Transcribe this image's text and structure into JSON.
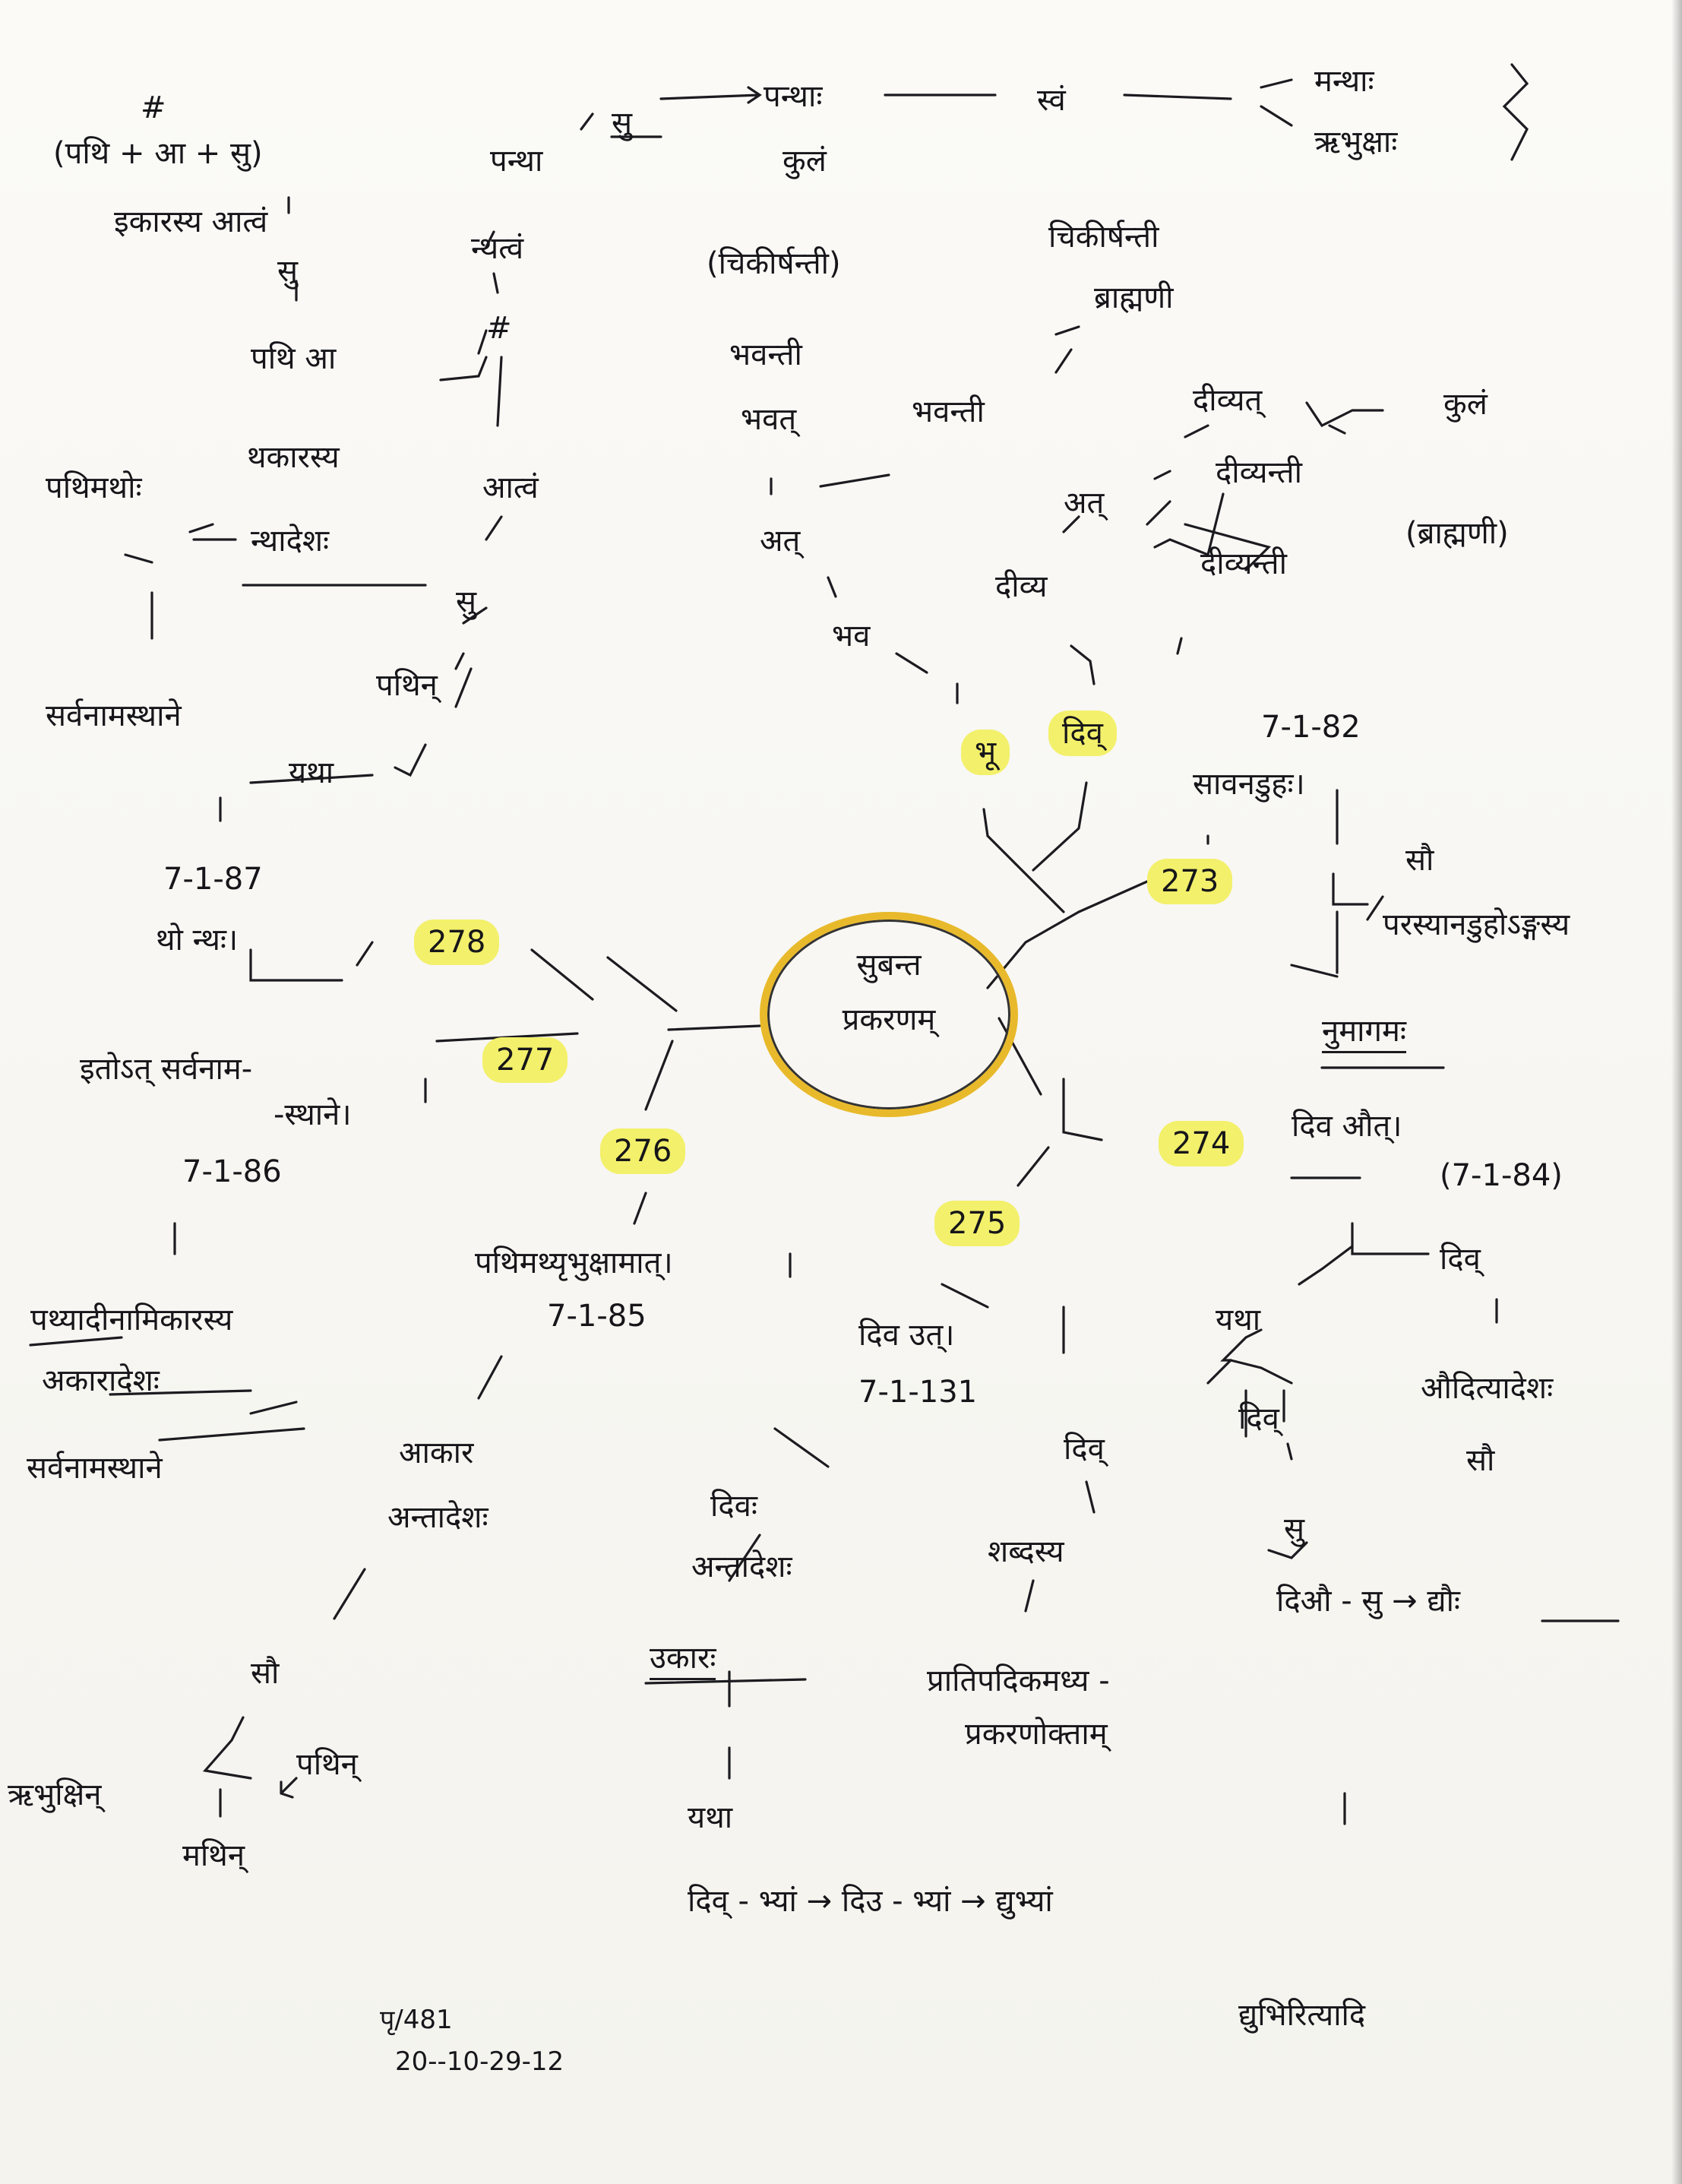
{
  "center": {
    "line1": "सुबन्त",
    "line2": "प्रकरणम्"
  },
  "topleft": {
    "hash": "#",
    "formula": "(पथि + आ + सु)",
    "l1": "इकारस्य आत्वं",
    "l2": "सु",
    "l3": "पथि आ",
    "l4": "पथिमथोः",
    "l5": "थकारस्य",
    "l6": "न्थादेशः",
    "l7": "सर्वनामस्थाने",
    "l8": "यथा"
  },
  "leftchain": {
    "c1": "पन्था",
    "c2": "न्थत्वं",
    "c3": "#",
    "c4": "आत्वं",
    "c5": "सु",
    "c6": "पथिन्"
  },
  "topchain": {
    "su": "सु",
    "panthah": "पन्थाः",
    "kulam": "कुलं",
    "svam": "स्वं",
    "branch1": "मन्थाः",
    "branch2": "ऋभुक्षाः",
    "paren": "(चिकीर्षन्ती)",
    "cikirsanti": "चिकीर्षन्ती",
    "brahmani1": "ब्राह्मणी",
    "bhavanti1": "भवन्ती",
    "bhavat": "भवत्",
    "bhavanti2": "भवन्ती",
    "at1": "अत्",
    "bhava": "भव"
  },
  "divyat": {
    "d1": "दीव्यत्",
    "kulam": "कुलं",
    "at": "अत्",
    "d2": "दीव्यन्ती",
    "divya": "दीव्य",
    "d3": "दीव्यन्ती",
    "brahmani": "(ब्राह्मणी)"
  },
  "badges": {
    "bhu": "भू",
    "div": "दिव्",
    "n273": "273",
    "n274": "274",
    "n275": "275",
    "n276": "276",
    "n277": "277",
    "n278": "278"
  },
  "right": {
    "sutra1": "7-1-82",
    "sutra1name": "सावनडुहः।",
    "sau": "सौ",
    "paras": "परस्यानडुहोऽङ्गस्य",
    "num": "नुमागमः",
    "divaut": "दिव औत्।",
    "sutra2": "(7-1-84)",
    "div2": "दिव्",
    "yatha": "यथा",
    "autadesh": "औदित्यादेशः",
    "sau2": "सौ",
    "div3": "दिव्",
    "div4": "दिव्",
    "su2": "सु",
    "divau": "दिऔ - सु → द्यौः",
    "shabdasya": "शब्दस्य",
    "pratipad": "प्रातिपदिकमध्य -",
    "prakaran": "प्रकरणोक्ताम्"
  },
  "bottom": {
    "divut": "दिव उत्।",
    "sutra3": "7-1-131",
    "divah": "दिवः",
    "antadesh": "अन्तादेशः",
    "ukarah": "उकारः",
    "yatha": "यथा",
    "chain": "दिव् - भ्यां → दिउ - भ्यां → द्युभ्यां",
    "dyubhih": "द्युभिरित्यादि",
    "pathimath": "पथिमथ्यृभुक्षामात्।",
    "sutra4": "7-1-85",
    "akara": "आकार",
    "antadesh2": "अन्तादेशः",
    "sau": "सौ",
    "pathin": "पथिन्",
    "rbhuksin": "ऋभुक्षिन्",
    "mathin": "मथिन्"
  },
  "left": {
    "sutra5": "7-1-87",
    "tho": "थो न्थः।",
    "itot": "इतोऽत् सर्वनाम-",
    "sthane": "-स्थाने।",
    "sutra6": "7-1-86",
    "pathyadi": "पथ्यादीनामिकारस्य",
    "akarad": "अकारादेशः",
    "sarvanam": "सर्वनामस्थाने"
  },
  "footer": {
    "ref": "पृ/481",
    "date": "20--10-29-12"
  },
  "colors": {
    "highlight": "#f3f06b",
    "ring": "#e8b92a",
    "ink": "#1b1b20"
  }
}
